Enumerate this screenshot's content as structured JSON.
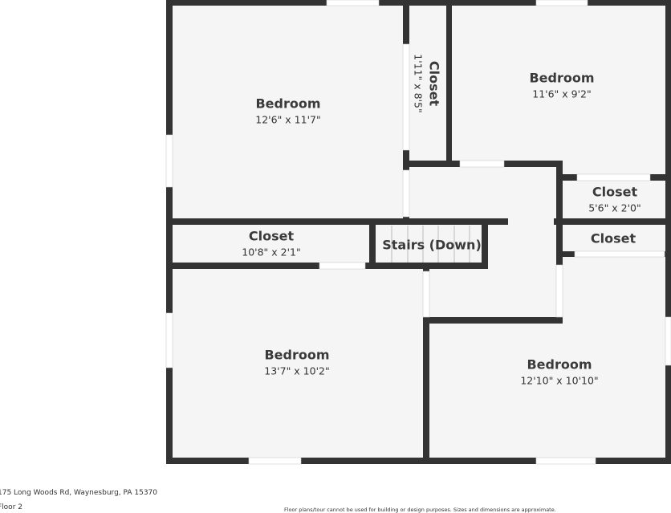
{
  "rooms": [
    {
      "name": "Bedroom",
      "dimensions": "12'6\" x 11'7\""
    },
    {
      "name": "Closet",
      "dimensions": "1'11\" x 8'5\""
    },
    {
      "name": "Bedroom",
      "dimensions": "11'6\" x 9'2\""
    },
    {
      "name": "Closet",
      "dimensions": "5'6\" x 2'0\""
    },
    {
      "name": "Closet",
      "dimensions": ""
    },
    {
      "name": "Closet",
      "dimensions": "10'8\" x 2'1\""
    },
    {
      "name": "Stairs (Down)",
      "dimensions": ""
    },
    {
      "name": "Bedroom",
      "dimensions": "13'7\" x 10'2\""
    },
    {
      "name": "Bedroom",
      "dimensions": "12'10\" x 10'10\""
    }
  ],
  "footer": {
    "address": "175 Long Woods Rd, Waynesburg, PA 15370",
    "floor": "Floor 2",
    "disclaimer": "Floor plans/tour cannot be used for building or design purposes. Sizes and dimensions are approximate."
  },
  "colors": {
    "wall": "#333333",
    "floor": "#f5f5f5",
    "opening": "#ffffff"
  }
}
